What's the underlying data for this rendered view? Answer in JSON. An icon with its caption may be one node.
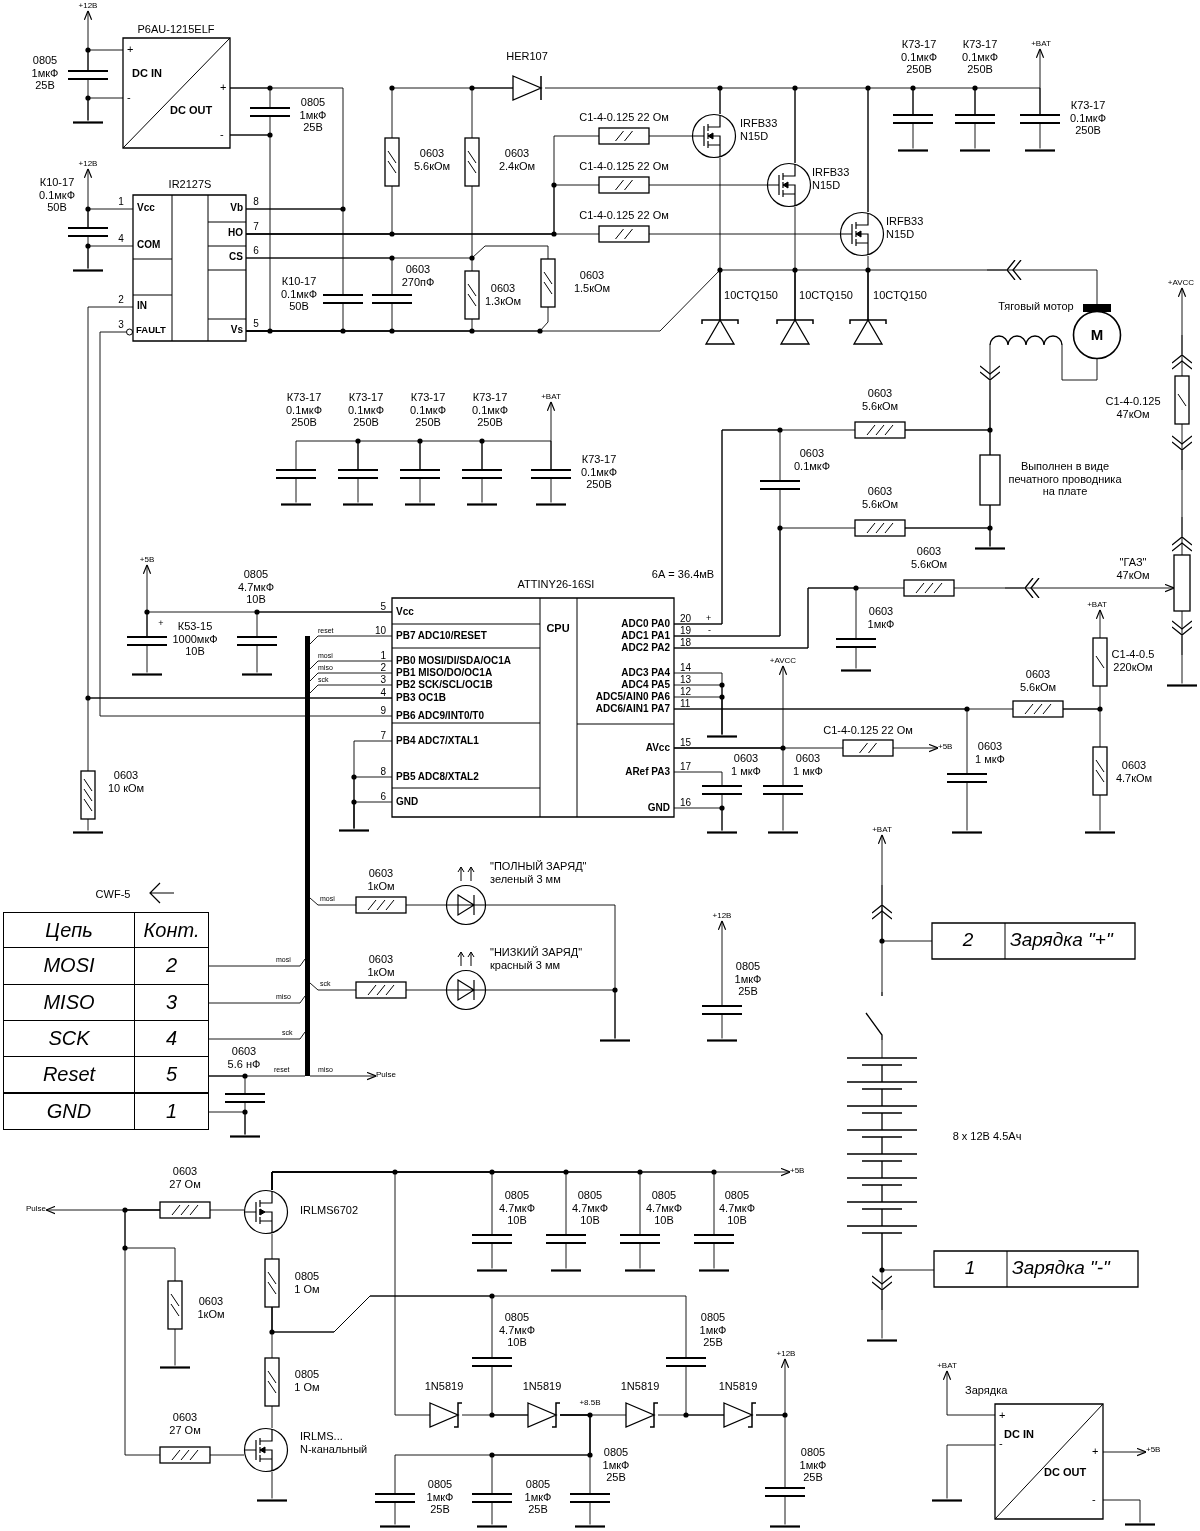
{
  "diagram": {
    "nodes": [
      {
        "text": [
          "P6AU-1215ELF",
          "+",
          "-",
          "DC IN",
          "DC OUT",
          "+",
          "-"
        ]
      },
      {
        "text": [
          "IR2127S",
          "Vcc",
          "COM",
          "IN",
          "FAULT",
          "Vb",
          "HO",
          "CS",
          "Vs"
        ],
        "beside": [
          "1",
          "8",
          "7",
          "4",
          "6",
          "2",
          "3",
          "5"
        ]
      },
      {
        "text": [
          "M"
        ],
        "beside": [
          "Тяговый мотор"
        ]
      },
      {
        "text": [
          "ATTINY26-16SI",
          "Vcc",
          "PB7 ADC10/RESET",
          "PB0 MOSI/DI/SDA/OC1A",
          "PB1 MISO/DO/OC1A",
          "PB2 SCK/SCL/OC1B",
          "PB3 OC1B",
          "PB6 ADC9/INT0/T0",
          "PB4 ADC7/XTAL1",
          "PB5 ADC8/XTAL2",
          "GND",
          "CPU",
          "ADC0 PA0",
          "ADC1 PA1",
          "ADC2 PA2",
          "ADC3 PA4",
          "ADC4 PA5",
          "ADC5/AIN0 PA6",
          "ADC6/AIN1 PA7",
          "AVcc",
          "ARef PA3",
          "GND"
        ],
        "beside": [
          "5",
          "20",
          "10",
          "19",
          "18",
          "1",
          "14",
          "2",
          "13",
          "3",
          "12",
          "4",
          "11",
          "9",
          "7",
          "15",
          "17",
          "8",
          "6",
          "16"
        ]
      },
      {
        "text": [
          "2",
          "Зарядка \"+\""
        ]
      },
      {
        "text": [
          "1",
          "Зарядка \"-\""
        ]
      },
      {
        "text": [
          "Зарядка",
          "+",
          "-",
          "DC IN",
          "DC OUT",
          "+",
          "-"
        ]
      },
      {
        "text": [
          "+12В"
        ]
      },
      {
        "text": [],
        "shape": "capacitor",
        "beside": [
          "0805 1мкФ 25В"
        ]
      },
      {
        "text": [],
        "shape": "ground"
      },
      {
        "text": [],
        "shape": "capacitor",
        "beside": [
          "0805 1мкФ 25В"
        ]
      },
      {
        "text": [
          "+12В"
        ]
      },
      {
        "text": [],
        "shape": "capacitor",
        "beside": [
          "К10-17 0.1мкФ 50В"
        ]
      },
      {
        "text": [],
        "shape": "ground"
      },
      {
        "text": [],
        "shape": "capacitor",
        "beside": [
          "К10-17 0.1мкФ 50В"
        ]
      },
      {
        "text": [],
        "shape": "resistor",
        "beside": [
          "0603 5.6кОм"
        ]
      },
      {
        "text": [],
        "shape": "resistor",
        "beside": [
          "0603 2.4кОм"
        ]
      },
      {
        "text": [],
        "shape": "diode",
        "beside": [
          "HER107"
        ]
      },
      {
        "text": [],
        "shape": "capacitor",
        "beside": [
          "0603 270пФ"
        ]
      },
      {
        "text": [],
        "shape": "resistor",
        "beside": [
          "0603 1.3кОм"
        ]
      },
      {
        "text": [],
        "shape": "resistor",
        "beside": [
          "0603 1.5кОм"
        ]
      },
      {
        "text": [],
        "shape": "resistor",
        "beside": [
          "С1-4-0.125 22 Ом"
        ]
      },
      {
        "text": [],
        "shape": "resistor",
        "beside": [
          "С1-4-0.125 22 Ом"
        ]
      },
      {
        "text": [],
        "shape": "resistor",
        "beside": [
          "С1-4-0.125 22 Ом"
        ]
      },
      {
        "text": [],
        "shape": "transistor",
        "beside": [
          "IRFB33 N15D"
        ]
      },
      {
        "text": [],
        "shape": "transistor",
        "beside": [
          "IRFB33 N15D"
        ]
      },
      {
        "text": [],
        "shape": "transistor",
        "beside": [
          "IRFB33 N15D"
        ]
      },
      {
        "text": [],
        "shape": "capacitor",
        "beside": [
          "К73-17 0.1мкФ 250В"
        ]
      },
      {
        "text": [],
        "shape": "capacitor",
        "beside": [
          "К73-17 0.1мкФ 250В"
        ]
      },
      {
        "text": [],
        "shape": "capacitor",
        "beside": [
          "К73-17 0.1мкФ 250В"
        ]
      },
      {
        "text": [],
        "shape": "ground"
      },
      {
        "text": [],
        "shape": "ground"
      },
      {
        "text": [],
        "shape": "ground"
      },
      {
        "text": [
          "+BAT"
        ]
      },
      {
        "text": [],
        "shape": "diode",
        "beside": [
          "10CTQ150"
        ]
      },
      {
        "text": [],
        "shape": "diode",
        "beside": [
          "10CTQ150"
        ]
      },
      {
        "text": [],
        "shape": "diode",
        "beside": [
          "10CTQ150"
        ]
      },
      {
        "text": [],
        "shape": "connector"
      },
      {
        "text": [],
        "shape": "coil"
      },
      {
        "text": [],
        "shape": "connector"
      },
      {
        "text": [],
        "shape": "resistor",
        "beside": [
          "Выполнен в виде печатного проводника на плате"
        ]
      },
      {
        "text": [],
        "shape": "ground"
      },
      {
        "text": [
          "+AVCC"
        ]
      },
      {
        "text": [],
        "shape": "connector"
      },
      {
        "text": [],
        "shape": "resistor",
        "beside": [
          "С1-4-0.125 47кОм"
        ]
      },
      {
        "text": [],
        "shape": "connector"
      },
      {
        "text": [],
        "shape": "connector"
      },
      {
        "text": [],
        "shape": "potentiometer",
        "beside": [
          "\"ГАЗ\" 47кОм"
        ]
      },
      {
        "text": [],
        "shape": "connector"
      },
      {
        "text": [],
        "shape": "ground"
      },
      {
        "text": [],
        "shape": "capacitor",
        "beside": [
          "К73-17 0.1мкФ 250В"
        ]
      },
      {
        "text": [],
        "shape": "capacitor",
        "beside": [
          "К73-17 0.1мкФ 250В"
        ]
      },
      {
        "text": [],
        "shape": "capacitor",
        "beside": [
          "К73-17 0.1мкФ 250В"
        ]
      },
      {
        "text": [],
        "shape": "capacitor",
        "beside": [
          "К73-17 0.1мкФ 250В"
        ]
      },
      {
        "text": [],
        "shape": "capacitor",
        "beside": [
          "К73-17 0.1мкФ 250В"
        ]
      },
      {
        "text": [],
        "shape": "ground"
      },
      {
        "text": [],
        "shape": "ground"
      },
      {
        "text": [],
        "shape": "ground"
      },
      {
        "text": [],
        "shape": "ground"
      },
      {
        "text": [],
        "shape": "ground"
      },
      {
        "text": [
          "+BAT"
        ]
      },
      {
        "text": [],
        "shape": "resistor",
        "beside": [
          "0603 5.6кОм"
        ]
      },
      {
        "text": [],
        "shape": "capacitor",
        "beside": [
          "0603 0.1мкФ"
        ]
      },
      {
        "text": [],
        "shape": "resistor",
        "beside": [
          "0603 5.6кОм"
        ]
      },
      {
        "text": [],
        "shape": "resistor",
        "beside": [
          "0603 5.6кОм"
        ]
      },
      {
        "text": [],
        "shape": "capacitor",
        "beside": [
          "0603 1мкФ"
        ]
      },
      {
        "text": [],
        "shape": "ground"
      },
      {
        "text": [],
        "shape": "connector"
      },
      {
        "text": [],
        "shape": "ground"
      },
      {
        "text": [],
        "shape": "resistor",
        "beside": [
          "0603 5.6кОм"
        ]
      },
      {
        "text": [],
        "shape": "capacitor",
        "beside": [
          "0603 1 мкФ"
        ]
      },
      {
        "text": [],
        "shape": "ground"
      },
      {
        "text": [],
        "shape": "resistor",
        "beside": [
          "С1-4-0.5 220кОм"
        ]
      },
      {
        "text": [
          "+BAT"
        ]
      },
      {
        "text": [],
        "shape": "resistor",
        "beside": [
          "0603 4.7кОм"
        ]
      },
      {
        "text": [],
        "shape": "ground"
      },
      {
        "text": [],
        "shape": "resistor",
        "beside": [
          "С1-4-0.125 22 Ом"
        ]
      },
      {
        "text": [
          "+5В"
        ]
      },
      {
        "text": [
          "+AVCC"
        ]
      },
      {
        "text": [],
        "shape": "capacitor",
        "beside": [
          "0603 1 мкФ"
        ]
      },
      {
        "text": [],
        "shape": "ground"
      },
      {
        "text": [],
        "shape": "capacitor",
        "beside": [
          "0603 1 мкФ"
        ]
      },
      {
        "text": [],
        "shape": "ground"
      },
      {
        "text": [
          "+5В"
        ]
      },
      {
        "text": [],
        "shape": "capacitor",
        "beside": [
          "К53-15 1000мкФ 10В"
        ]
      },
      {
        "text": [],
        "shape": "ground"
      },
      {
        "text": [],
        "shape": "capacitor",
        "beside": [
          "0805 4.7мкФ 10В"
        ]
      },
      {
        "text": [],
        "shape": "ground"
      },
      {
        "text": [],
        "shape": "bar"
      },
      {
        "text": [],
        "shape": "ground"
      },
      {
        "text": [],
        "shape": "resistor",
        "beside": [
          "0603 10 кОм"
        ]
      },
      {
        "text": [],
        "shape": "ground"
      },
      {
        "text": [],
        "shape": "resistor",
        "beside": [
          "0603 1кОм"
        ]
      },
      {
        "text": [],
        "shape": "led",
        "beside": [
          "\"ПОЛНЫЙ ЗАРЯД\" зеленый 3 мм"
        ]
      },
      {
        "text": [],
        "shape": "resistor",
        "beside": [
          "0603 1кОм"
        ]
      },
      {
        "text": [],
        "shape": "led",
        "beside": [
          "\"НИЗКИЙ ЗАРЯД\" красный 3 мм"
        ]
      },
      {
        "text": [],
        "shape": "ground"
      },
      {
        "text": [
          "Цепь",
          "Конт.",
          "MOSI",
          "2",
          "MISO",
          "3",
          "SCK",
          "4",
          "Reset",
          "5",
          "GND",
          "1"
        ],
        "beside": [
          "CWF-5"
        ]
      },
      {
        "text": [],
        "shape": "capacitor",
        "beside": [
          "0603 5.6 нФ"
        ]
      },
      {
        "text": [],
        "shape": "ground"
      },
      {
        "text": [
          "Pulse"
        ]
      },
      {
        "text": [
          "+12В"
        ]
      },
      {
        "text": [],
        "shape": "capacitor",
        "beside": [
          "0805 1мкФ 25В"
        ]
      },
      {
        "text": [],
        "shape": "ground"
      },
      {
        "text": [
          "+BAT"
        ]
      },
      {
        "text": [],
        "shape": "connector"
      },
      {
        "text": [],
        "shape": "switch"
      },
      {
        "text": [],
        "shape": "battery",
        "beside": [
          "8 x 12В 4.5Ач"
        ]
      },
      {
        "text": [],
        "shape": "connector"
      },
      {
        "text": [],
        "shape": "ground"
      },
      {
        "text": [
          "Pulse"
        ]
      },
      {
        "text": [],
        "shape": "resistor",
        "beside": [
          "0603 27 Ом"
        ]
      },
      {
        "text": [],
        "shape": "transistor",
        "beside": [
          "IRLMS6702"
        ]
      },
      {
        "text": [
          "+5В"
        ]
      },
      {
        "text": [],
        "shape": "capacitor",
        "beside": [
          "0805 4.7мкФ 10В"
        ]
      },
      {
        "text": [],
        "shape": "capacitor",
        "beside": [
          "0805 4.7мкФ 10В"
        ]
      },
      {
        "text": [],
        "shape": "capacitor",
        "beside": [
          "0805 4.7мкФ 10В"
        ]
      },
      {
        "text": [],
        "shape": "capacitor",
        "beside": [
          "0805 4.7мкФ 10В"
        ]
      },
      {
        "text": [],
        "shape": "ground"
      },
      {
        "text": [],
        "shape": "ground"
      },
      {
        "text": [],
        "shape": "ground"
      },
      {
        "text": [],
        "shape": "ground"
      },
      {
        "text": [],
        "shape": "resistor",
        "beside": [
          "0805 1 Ом"
        ]
      },
      {
        "text": [],
        "shape": "resistor",
        "beside": [
          "0603 1кОм"
        ]
      },
      {
        "text": [],
        "shape": "ground"
      },
      {
        "text": [],
        "shape": "capacitor",
        "beside": [
          "0805 4.7мкФ 10В"
        ]
      },
      {
        "text": [],
        "shape": "capacitor",
        "beside": [
          "0805 1мкФ 25В"
        ]
      },
      {
        "text": [],
        "shape": "resistor",
        "beside": [
          "0805 1 Ом"
        ]
      },
      {
        "text": [],
        "shape": "transistor",
        "beside": [
          "IRLMS... N-канальный"
        ]
      },
      {
        "text": [],
        "shape": "ground"
      },
      {
        "text": [],
        "shape": "resistor",
        "beside": [
          "0603 27 Ом"
        ]
      },
      {
        "text": [],
        "shape": "diode",
        "beside": [
          "1N5819"
        ]
      },
      {
        "text": [],
        "shape": "diode",
        "beside": [
          "1N5819"
        ]
      },
      {
        "text": [],
        "shape": "diode",
        "beside": [
          "1N5819"
        ]
      },
      {
        "text": [],
        "shape": "diode",
        "beside": [
          "1N5819"
        ]
      },
      {
        "text": [
          "+12В"
        ]
      },
      {
        "text": [],
        "shape": "capacitor",
        "beside": [
          "0805 1мкФ 25В"
        ]
      },
      {
        "text": [],
        "shape": "ground"
      },
      {
        "text": [],
        "shape": "capacitor",
        "beside": [
          "0805 1мкФ 25В"
        ]
      },
      {
        "text": [],
        "shape": "capacitor",
        "beside": [
          "0805 1мкФ 25В"
        ]
      },
      {
        "text": [],
        "shape": "capacitor",
        "beside": [
          "0805 1мкФ 25В"
        ]
      },
      {
        "text": [],
        "shape": "ground"
      },
      {
        "text": [],
        "shape": "ground"
      },
      {
        "text": [],
        "shape": "ground"
      },
      {
        "text": [
          "+BAT"
        ]
      },
      {
        "text": [],
        "shape": "ground"
      },
      {
        "text": [
          "+5В"
        ]
      },
      {
        "text": [],
        "shape": "ground"
      }
    ],
    "edges": [
      {
        "from": 0,
        "to": 1,
        "arrow": "none"
      },
      {
        "from": 0,
        "to": 1,
        "arrow": "none"
      },
      {
        "from": 3,
        "to": 1,
        "arrow": "none"
      },
      {
        "from": 3,
        "to": 1,
        "arrow": "none"
      },
      {
        "from": 8,
        "to": 7,
        "arrow": "to"
      },
      {
        "from": 8,
        "to": 9,
        "arrow": "none"
      },
      {
        "from": 0,
        "to": 8,
        "arrow": "none"
      },
      {
        "from": 0,
        "to": 9,
        "arrow": "none"
      },
      {
        "from": 0,
        "to": 10,
        "arrow": "none"
      },
      {
        "from": 0,
        "to": 10,
        "arrow": "none"
      },
      {
        "from": 12,
        "to": 11,
        "arrow": "to"
      },
      {
        "from": 12,
        "to": 13,
        "arrow": "none"
      },
      {
        "from": 1,
        "to": 12,
        "arrow": "none"
      },
      {
        "from": 1,
        "to": 13,
        "arrow": "none"
      },
      {
        "from": 1,
        "to": 14,
        "arrow": "none"
      },
      {
        "from": 1,
        "to": 14,
        "arrow": "none"
      },
      {
        "from": 15,
        "to": 17,
        "arrow": "none"
      },
      {
        "from": 16,
        "to": 17,
        "arrow": "none"
      },
      {
        "from": 1,
        "to": 15,
        "arrow": "none"
      },
      {
        "from": 1,
        "to": 18,
        "arrow": "none"
      },
      {
        "from": 1,
        "to": 18,
        "arrow": "none"
      },
      {
        "from": 16,
        "to": 19,
        "arrow": "none"
      },
      {
        "from": 1,
        "to": 20,
        "arrow": "none"
      },
      {
        "from": 20,
        "to": 1,
        "arrow": "none"
      },
      {
        "from": 1,
        "to": 19,
        "arrow": "none"
      },
      {
        "from": 1,
        "to": 34,
        "arrow": "none"
      },
      {
        "from": 1,
        "to": 21,
        "arrow": "none"
      },
      {
        "from": 1,
        "to": 22,
        "arrow": "none"
      },
      {
        "from": 1,
        "to": 23,
        "arrow": "none"
      },
      {
        "from": 21,
        "to": 24,
        "arrow": "none"
      },
      {
        "from": 22,
        "to": 25,
        "arrow": "none"
      },
      {
        "from": 23,
        "to": 26,
        "arrow": "none"
      },
      {
        "from": 17,
        "to": 24,
        "arrow": "none"
      },
      {
        "from": 24,
        "to": 25,
        "arrow": "none"
      },
      {
        "from": 25,
        "to": 26,
        "arrow": "none"
      },
      {
        "from": 26,
        "to": 27,
        "arrow": "none"
      },
      {
        "from": 27,
        "to": 28,
        "arrow": "none"
      },
      {
        "from": 28,
        "to": 29,
        "arrow": "none"
      },
      {
        "from": 27,
        "to": 30,
        "arrow": "none"
      },
      {
        "from": 28,
        "to": 31,
        "arrow": "none"
      },
      {
        "from": 29,
        "to": 32,
        "arrow": "none"
      },
      {
        "from": 29,
        "to": 33,
        "arrow": "to"
      },
      {
        "from": 24,
        "to": 34,
        "arrow": "none"
      },
      {
        "from": 25,
        "to": 35,
        "arrow": "none"
      },
      {
        "from": 26,
        "to": 36,
        "arrow": "none"
      },
      {
        "from": 34,
        "to": 35,
        "arrow": "none"
      },
      {
        "from": 2,
        "to": 37,
        "arrow": "to"
      },
      {
        "from": 38,
        "to": 2,
        "arrow": "none"
      },
      {
        "from": 38,
        "to": 39,
        "arrow": "to"
      },
      {
        "from": 39,
        "to": 40,
        "arrow": "none"
      },
      {
        "from": 40,
        "to": 41,
        "arrow": "none"
      },
      {
        "from": 43,
        "to": 42,
        "arrow": "to"
      },
      {
        "from": 44,
        "to": 43,
        "arrow": "to"
      },
      {
        "from": 44,
        "to": 45,
        "arrow": "to"
      },
      {
        "from": 45,
        "to": 46,
        "arrow": "none"
      },
      {
        "from": 47,
        "to": 46,
        "arrow": "to"
      },
      {
        "from": 47,
        "to": 48,
        "arrow": "to"
      },
      {
        "from": 48,
        "to": 49,
        "arrow": "none"
      },
      {
        "from": 50,
        "to": 51,
        "arrow": "none"
      },
      {
        "from": 51,
        "to": 52,
        "arrow": "none"
      },
      {
        "from": 52,
        "to": 53,
        "arrow": "none"
      },
      {
        "from": 53,
        "to": 54,
        "arrow": "none"
      },
      {
        "from": 50,
        "to": 55,
        "arrow": "none"
      },
      {
        "from": 51,
        "to": 56,
        "arrow": "none"
      },
      {
        "from": 52,
        "to": 57,
        "arrow": "none"
      },
      {
        "from": 53,
        "to": 58,
        "arrow": "none"
      },
      {
        "from": 54,
        "to": 59,
        "arrow": "none"
      },
      {
        "from": 54,
        "to": 60,
        "arrow": "to"
      },
      {
        "from": 3,
        "to": 61,
        "arrow": "none"
      },
      {
        "from": 3,
        "to": 62,
        "arrow": "none"
      },
      {
        "from": 61,
        "to": 40,
        "arrow": "none"
      },
      {
        "from": 39,
        "to": 61,
        "arrow": "none"
      },
      {
        "from": 3,
        "to": 62,
        "arrow": "none"
      },
      {
        "from": 3,
        "to": 63,
        "arrow": "none"
      },
      {
        "from": 63,
        "to": 40,
        "arrow": "none"
      },
      {
        "from": 63,
        "to": 41,
        "arrow": "none"
      },
      {
        "from": 3,
        "to": 64,
        "arrow": "none"
      },
      {
        "from": 3,
        "to": 65,
        "arrow": "none"
      },
      {
        "from": 65,
        "to": 66,
        "arrow": "none"
      },
      {
        "from": 64,
        "to": 67,
        "arrow": "none"
      },
      {
        "from": 67,
        "to": 47,
        "arrow": "both"
      },
      {
        "from": 3,
        "to": 68,
        "arrow": "none"
      },
      {
        "from": 3,
        "to": 68,
        "arrow": "none"
      },
      {
        "from": 3,
        "to": 68,
        "arrow": "none"
      },
      {
        "from": 3,
        "to": 69,
        "arrow": "none"
      },
      {
        "from": 3,
        "to": 70,
        "arrow": "none"
      },
      {
        "from": 70,
        "to": 71,
        "arrow": "none"
      },
      {
        "from": 69,
        "to": 72,
        "arrow": "none"
      },
      {
        "from": 69,
        "to": 74,
        "arrow": "none"
      },
      {
        "from": 72,
        "to": 73,
        "arrow": "to"
      },
      {
        "from": 74,
        "to": 75,
        "arrow": "none"
      },
      {
        "from": 3,
        "to": 76,
        "arrow": "none"
      },
      {
        "from": 76,
        "to": 77,
        "arrow": "to"
      },
      {
        "from": 3,
        "to": 78,
        "arrow": "to"
      },
      {
        "from": 3,
        "to": 79,
        "arrow": "none"
      },
      {
        "from": 79,
        "to": 80,
        "arrow": "none"
      },
      {
        "from": 3,
        "to": 81,
        "arrow": "none"
      },
      {
        "from": 81,
        "to": 82,
        "arrow": "none"
      },
      {
        "from": 3,
        "to": 82,
        "arrow": "none"
      },
      {
        "from": 84,
        "to": 83,
        "arrow": "to"
      },
      {
        "from": 3,
        "to": 84,
        "arrow": "none"
      },
      {
        "from": 3,
        "to": 86,
        "arrow": "none"
      },
      {
        "from": 84,
        "to": 85,
        "arrow": "none"
      },
      {
        "from": 86,
        "to": 87,
        "arrow": "none"
      },
      {
        "from": 3,
        "to": 88,
        "arrow": "none"
      },
      {
        "from": 3,
        "to": 88,
        "arrow": "none"
      },
      {
        "from": 3,
        "to": 88,
        "arrow": "none"
      },
      {
        "from": 3,
        "to": 88,
        "arrow": "none"
      },
      {
        "from": 3,
        "to": 89,
        "arrow": "none"
      },
      {
        "from": 3,
        "to": 89,
        "arrow": "none"
      },
      {
        "from": 3,
        "to": 89,
        "arrow": "none"
      },
      {
        "from": 3,
        "to": 90,
        "arrow": "none"
      },
      {
        "from": 90,
        "to": 91,
        "arrow": "none"
      },
      {
        "from": 88,
        "to": 92,
        "arrow": "none"
      },
      {
        "from": 92,
        "to": 93,
        "arrow": "none"
      },
      {
        "from": 93,
        "to": 96,
        "arrow": "none"
      },
      {
        "from": 88,
        "to": 94,
        "arrow": "none"
      },
      {
        "from": 94,
        "to": 95,
        "arrow": "none"
      },
      {
        "from": 95,
        "to": 96,
        "arrow": "none"
      },
      {
        "from": 97,
        "to": 88,
        "arrow": "none"
      },
      {
        "from": 97,
        "to": 88,
        "arrow": "none"
      },
      {
        "from": 97,
        "to": 88,
        "arrow": "none"
      },
      {
        "from": 97,
        "to": 88,
        "arrow": "none"
      },
      {
        "from": 97,
        "to": 98,
        "arrow": "none"
      },
      {
        "from": 97,
        "to": 99,
        "arrow": "none"
      },
      {
        "from": 98,
        "to": 99,
        "arrow": "none"
      },
      {
        "from": 88,
        "to": 100,
        "arrow": "to"
      },
      {
        "from": 102,
        "to": 101,
        "arrow": "to"
      },
      {
        "from": 102,
        "to": 103,
        "arrow": "none"
      },
      {
        "from": 105,
        "to": 104,
        "arrow": "to"
      },
      {
        "from": 106,
        "to": 105,
        "arrow": "to"
      },
      {
        "from": 105,
        "to": 4,
        "arrow": "none"
      },
      {
        "from": 106,
        "to": 107,
        "arrow": "none"
      },
      {
        "from": 107,
        "to": 5,
        "arrow": "none"
      },
      {
        "from": 107,
        "to": 108,
        "arrow": "to"
      },
      {
        "from": 108,
        "to": 109,
        "arrow": "none"
      },
      {
        "from": 111,
        "to": 110,
        "arrow": "to"
      },
      {
        "from": 111,
        "to": 112,
        "arrow": "none"
      },
      {
        "from": 112,
        "to": 113,
        "arrow": "to"
      },
      {
        "from": 112,
        "to": 114,
        "arrow": "none"
      },
      {
        "from": 112,
        "to": 115,
        "arrow": "none"
      },
      {
        "from": 112,
        "to": 116,
        "arrow": "none"
      },
      {
        "from": 112,
        "to": 117,
        "arrow": "none"
      },
      {
        "from": 114,
        "to": 118,
        "arrow": "none"
      },
      {
        "from": 115,
        "to": 119,
        "arrow": "none"
      },
      {
        "from": 116,
        "to": 120,
        "arrow": "none"
      },
      {
        "from": 117,
        "to": 121,
        "arrow": "none"
      },
      {
        "from": 112,
        "to": 122,
        "arrow": "none"
      },
      {
        "from": 111,
        "to": 123,
        "arrow": "none"
      },
      {
        "from": 123,
        "to": 124,
        "arrow": "none"
      },
      {
        "from": 122,
        "to": 125,
        "arrow": "none"
      },
      {
        "from": 122,
        "to": 126,
        "arrow": "none"
      },
      {
        "from": 122,
        "to": 127,
        "arrow": "none"
      },
      {
        "from": 127,
        "to": 128,
        "arrow": "none"
      },
      {
        "from": 128,
        "to": 129,
        "arrow": "none"
      },
      {
        "from": 130,
        "to": 128,
        "arrow": "none"
      },
      {
        "from": 111,
        "to": 130,
        "arrow": "none"
      },
      {
        "from": 112,
        "to": 131,
        "arrow": "none"
      },
      {
        "from": 131,
        "to": 132,
        "arrow": "none"
      },
      {
        "from": 132,
        "to": 133,
        "arrow": "none"
      },
      {
        "from": 133,
        "to": 134,
        "arrow": "none"
      },
      {
        "from": 125,
        "to": 132,
        "arrow": "none"
      },
      {
        "from": 126,
        "to": 134,
        "arrow": "none"
      },
      {
        "from": 134,
        "to": 135,
        "arrow": "to"
      },
      {
        "from": 134,
        "to": 136,
        "arrow": "none"
      },
      {
        "from": 136,
        "to": 137,
        "arrow": "none"
      },
      {
        "from": 132,
        "to": 140,
        "arrow": "none"
      },
      {
        "from": 132,
        "to": 139,
        "arrow": "none"
      },
      {
        "from": 132,
        "to": 138,
        "arrow": "none"
      },
      {
        "from": 138,
        "to": 141,
        "arrow": "none"
      },
      {
        "from": 139,
        "to": 142,
        "arrow": "none"
      },
      {
        "from": 140,
        "to": 143,
        "arrow": "none"
      },
      {
        "from": 6,
        "to": 144,
        "arrow": "to"
      },
      {
        "from": 6,
        "to": 145,
        "arrow": "none"
      },
      {
        "from": 6,
        "to": 146,
        "arrow": "to"
      },
      {
        "from": 6,
        "to": 147,
        "arrow": "none"
      },
      {
        "from": 35,
        "to": 36,
        "arrow": "none"
      },
      {
        "from": 36,
        "to": 37,
        "arrow": "none"
      }
    ],
    "labels": [
      "6А = 36.4мВ",
      "+",
      "+",
      "reset",
      "-",
      "mosi",
      "miso",
      "sck",
      "mosi",
      "mosi",
      "sck",
      "miso",
      "sck",
      "reset",
      "miso",
      "+8.5В"
    ]
  }
}
